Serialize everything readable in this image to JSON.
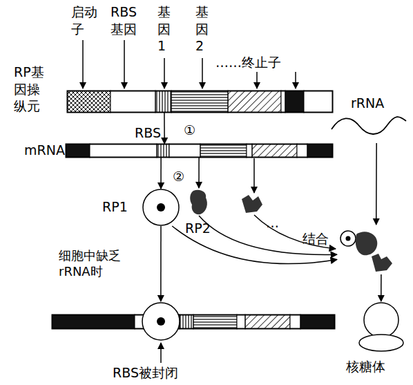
{
  "diagram": {
    "nodes": [
      {
        "text": [
          "RP基因操纵元"
        ]
      },
      {
        "text": [
          "mRNA"
        ]
      },
      {
        "text": [
          "rRNA"
        ]
      },
      {
        "text": [
          "RP1"
        ]
      },
      {
        "text": [
          "RP2"
        ]
      },
      {
        "text": [
          "结合"
        ]
      },
      {
        "text": [
          "核糖体"
        ]
      },
      {
        "text": [
          "RBS被封闭"
        ]
      }
    ],
    "edges": [
      {
        "from": 0,
        "to": 1,
        "arrow": "to",
        "label": "①"
      },
      {
        "from": 1,
        "to": 3,
        "arrow": "to",
        "label": "②"
      },
      {
        "from": 1,
        "to": 4,
        "arrow": "to"
      },
      {
        "from": 3,
        "to": 5,
        "arrow": "to"
      },
      {
        "from": 4,
        "to": 5,
        "arrow": "to"
      },
      {
        "from": 2,
        "to": 5,
        "arrow": "to"
      },
      {
        "from": 5,
        "to": 6,
        "arrow": "to"
      },
      {
        "from": 3,
        "to": 7,
        "arrow": "to",
        "label": "细胞中缺乏 rRNA时"
      }
    ],
    "labels": [
      "启动子",
      "RBS基因",
      "基因1",
      "基因2",
      "……终止子",
      "RBS",
      "…"
    ]
  }
}
